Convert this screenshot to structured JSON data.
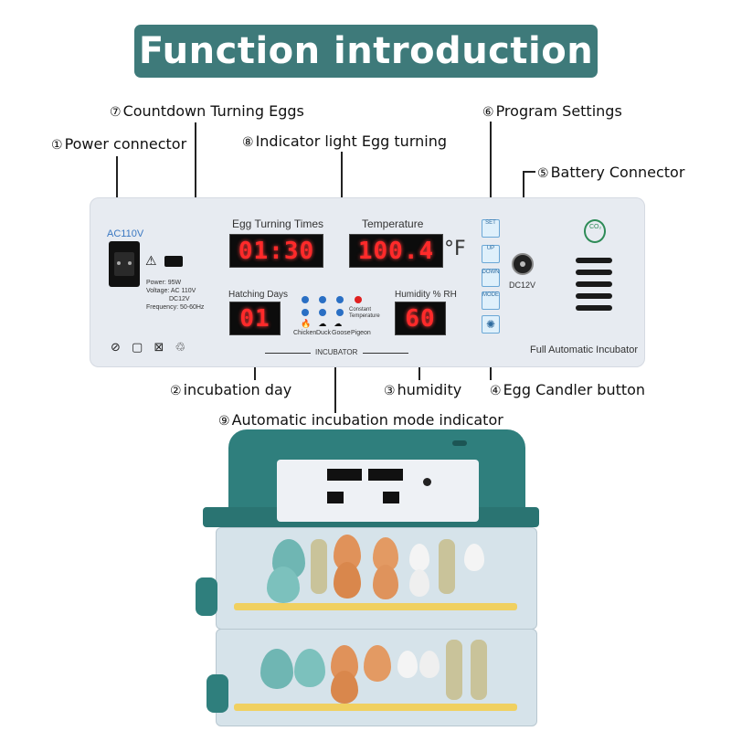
{
  "banner": {
    "title": "Function introduction"
  },
  "callouts": {
    "c1": {
      "num": "①",
      "label": "Power connector"
    },
    "c2": {
      "num": "②",
      "label": "incubation day"
    },
    "c3": {
      "num": "③",
      "label": "humidity"
    },
    "c4": {
      "num": "④",
      "label": "Egg Candler button"
    },
    "c5": {
      "num": "⑤",
      "label": "Battery Connector"
    },
    "c6": {
      "num": "⑥",
      "label": "Program Settings"
    },
    "c7": {
      "num": "⑦",
      "label": "Countdown Turning Eggs"
    },
    "c8": {
      "num": "⑧",
      "label": "Indicator light Egg turning"
    },
    "c9": {
      "num": "⑨",
      "label": "Automatic incubation mode indicator"
    }
  },
  "panel": {
    "ac_label": "AC110V",
    "power_spec": "Power: 95W",
    "voltage_spec": "Voltage: AC 110V",
    "dc_spec": "DC12V",
    "freq_spec": "Frequency: 50-60Hz",
    "egg_turning_title": "Egg Turning Times",
    "egg_turning_value": "01:30",
    "temperature_title": "Temperature",
    "temperature_value": "100.4",
    "temperature_unit": "°F",
    "hatching_title": "Hatching Days",
    "hatching_value": "01",
    "humidity_title": "Humidity % RH",
    "humidity_value": "60",
    "mode_labels": [
      "Chicken",
      "Duck",
      "Goose",
      "Pigeon"
    ],
    "constant_temp": "Constant Temperature",
    "incubator_label": "INCUBATOR",
    "dc12v": "DC12V",
    "brand": "Full Automatic Incubator",
    "co2": "CO₂",
    "buttons": {
      "set": "SET",
      "up": "UP",
      "down": "DOWN",
      "mode": "MODE"
    }
  },
  "colors": {
    "banner": "#3e7a7a",
    "panel": "#e7ebf1",
    "led": "#ff2a2a",
    "machine": "#2f7f7d"
  }
}
